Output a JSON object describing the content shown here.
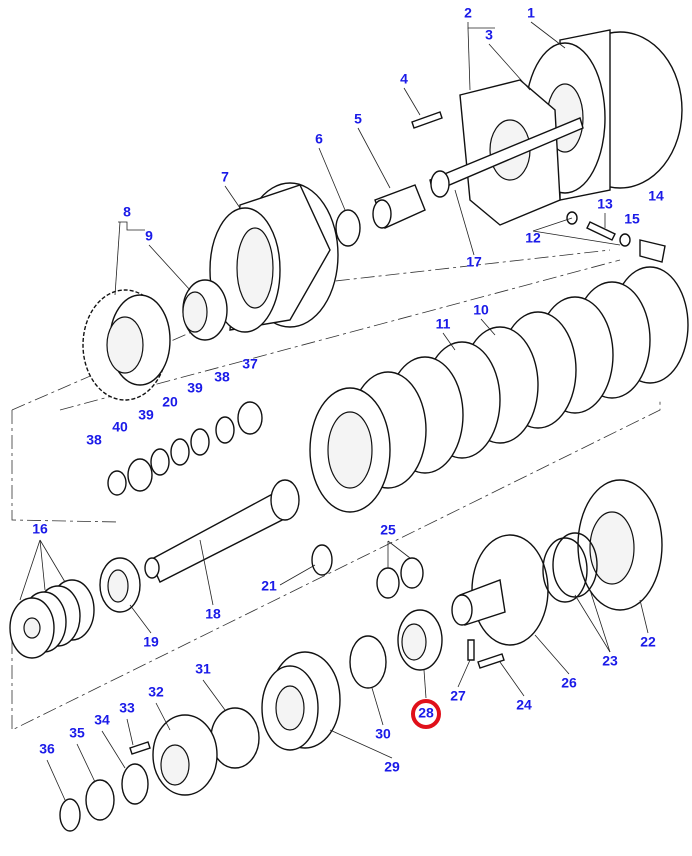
{
  "diagram": {
    "highlight_color": "#e0101a",
    "label_color": "#1a1ae8",
    "highlighted_label": "28",
    "labels": [
      "1",
      "2",
      "3",
      "4",
      "5",
      "6",
      "7",
      "8",
      "9",
      "10",
      "11",
      "12",
      "13",
      "14",
      "15",
      "16",
      "17",
      "18",
      "19",
      "20",
      "21",
      "22",
      "23",
      "24",
      "25",
      "26",
      "27",
      "28",
      "29",
      "30",
      "31",
      "32",
      "33",
      "34",
      "35",
      "36",
      "37",
      "38",
      "38",
      "39",
      "39",
      "40"
    ]
  }
}
